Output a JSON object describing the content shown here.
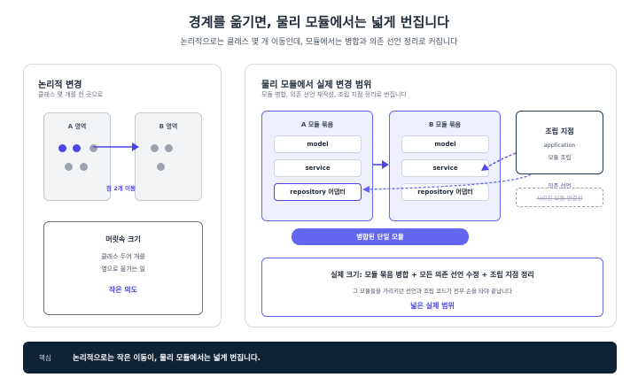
{
  "header": {
    "title": "경계를 옮기면, 물리 모듈에서는 넓게 번집니다",
    "subtitle": "논리적으로는 클래스 몇 개 이동인데, 모듈에서는 병합과 의존 선언 정리로 커집니다"
  },
  "left_panel": {
    "title": "논리적 변경",
    "subtitle": "클래스 몇 개를 한 곳으로",
    "zone_a": "A 영역",
    "zone_b": "B 영역",
    "arrow_caption": "점 2개 이동",
    "size_box": {
      "title": "머릿속 크기",
      "line1": "클래스 두어 개를",
      "line2": "옆으로 옮기는 일",
      "emphasis": "작은 의도"
    }
  },
  "right_panel": {
    "title": "물리 모듈에서 실제 변경 범위",
    "subtitle": "모듈 병합, 의존 선언 재작성, 조립 지점 정리로 번집니다",
    "module_a": {
      "title": "A 모듈 묶음",
      "items": [
        "model",
        "service",
        "repository 어댑터"
      ]
    },
    "module_b": {
      "title": "B 모듈 묶음",
      "items": [
        "model",
        "service",
        "repository 어댑터"
      ]
    },
    "assembly": {
      "title": "조립 지점",
      "line1": "application",
      "line2": "모듈 조립"
    },
    "dependency_label": "의존 선언",
    "dependency_removed": "사라진 모듈 연결선",
    "merged_label": "병합된 단일 모듈",
    "actual_size": {
      "title": "실제 크기: 모듈 묶음 병합 + 모든 의존 선언 수정 + 조립 지점 정리",
      "desc": "그 모듈들을 가리키던 선언과 조립 코드가 전부 손을 타야 끝납니다",
      "emphasis": "넓은 실제 범위"
    }
  },
  "footer": {
    "tag": "핵심",
    "text": "논리적으로는 작은 이동이, 물리 모듈에서는 넓게 번집니다."
  },
  "colors": {
    "accent": "#4f46e5",
    "accent_light": "#6366f1",
    "dark": "#0f2336"
  }
}
